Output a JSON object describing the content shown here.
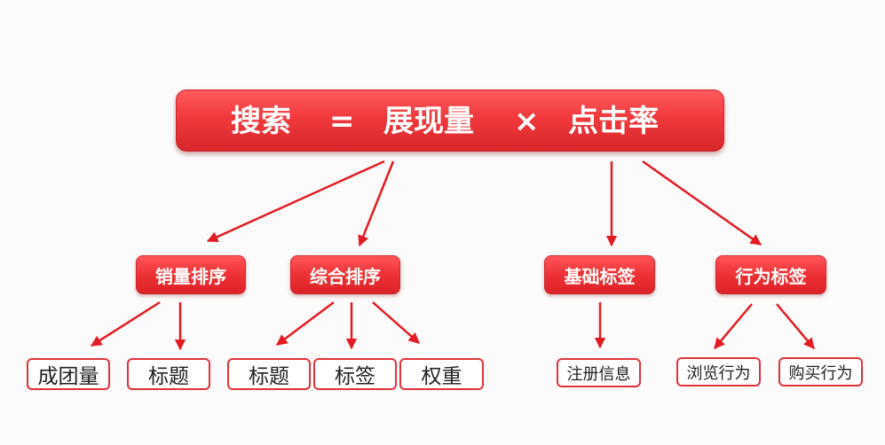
{
  "formula": {
    "search": "搜索",
    "equals": "=",
    "impressions": "展现量",
    "times": "×",
    "ctr": "点击率"
  },
  "level2": {
    "sales_sort": "销量排序",
    "overall_sort": "综合排序",
    "basic_tags": "基础标签",
    "behavior_tags": "行为标签"
  },
  "level3": {
    "group_volume": "成团量",
    "title_a": "标题",
    "title_b": "标题",
    "tag": "标签",
    "weight": "权重",
    "register_info": "注册信息",
    "browse_behavior": "浏览行为",
    "purchase_behavior": "购买行为"
  },
  "colors": {
    "accent": "#ee3136",
    "arrow": "#e31b23",
    "border": "#e0333a"
  }
}
